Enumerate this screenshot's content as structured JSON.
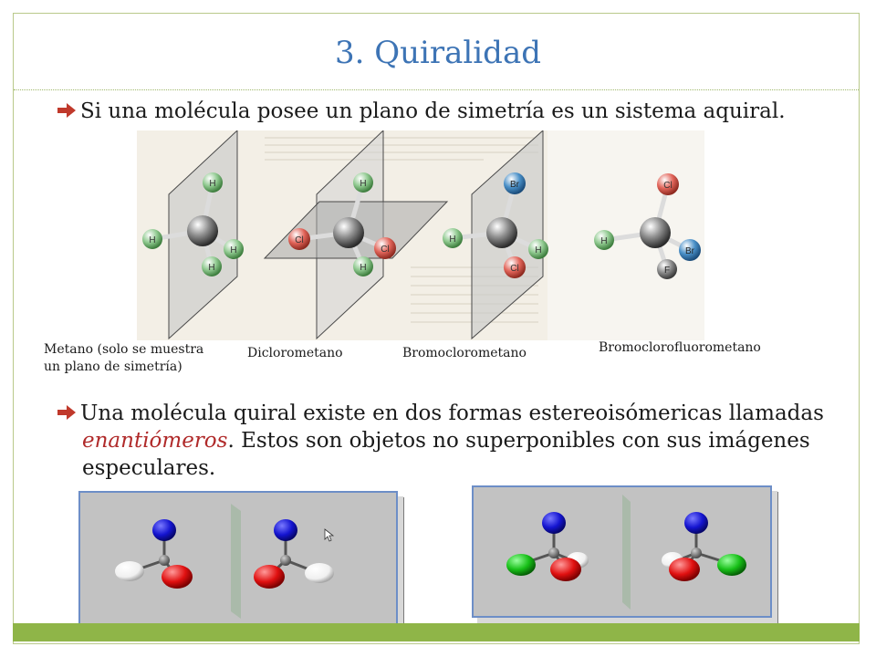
{
  "slide": {
    "title": "3. Quiralidad",
    "bullet1": {
      "text": "Si una molécula posee un plano de simetría es un sistema aquiral."
    },
    "captions": {
      "methane_line1": "Metano (solo se muestra",
      "methane_line2": "un plano de simetría)",
      "dichloromethane": "Diclorometano",
      "bromochloromethane": "Bromoclorometano",
      "bromochlorofluoromethane": "Bromoclorofluorometano"
    },
    "atom_labels": {
      "H": "H",
      "Cl": "Cl",
      "Br": "Br",
      "F": "F"
    },
    "bullet2": {
      "line1": "Una molécula quiral existe en dos formas estereoisómericas llamadas",
      "line2_em": "enantiómeros",
      "line2_rest": ". Estos son objetos no superponibles con sus imágenes",
      "line3": "especulares."
    }
  },
  "colors": {
    "title": "#3d74b5",
    "arrow": "#c0392b",
    "emphasis": "#b02a2a",
    "accent_bar": "#8fb548",
    "hydrogen": "#8fc98f",
    "chlorine": "#e2655a",
    "bromine": "#4a90c8",
    "fluorine": "#8a8a8a",
    "sphere_blue": "#1414d0",
    "sphere_red": "#e01010",
    "sphere_green": "#18c018",
    "sphere_white": "#f4f4f4"
  }
}
